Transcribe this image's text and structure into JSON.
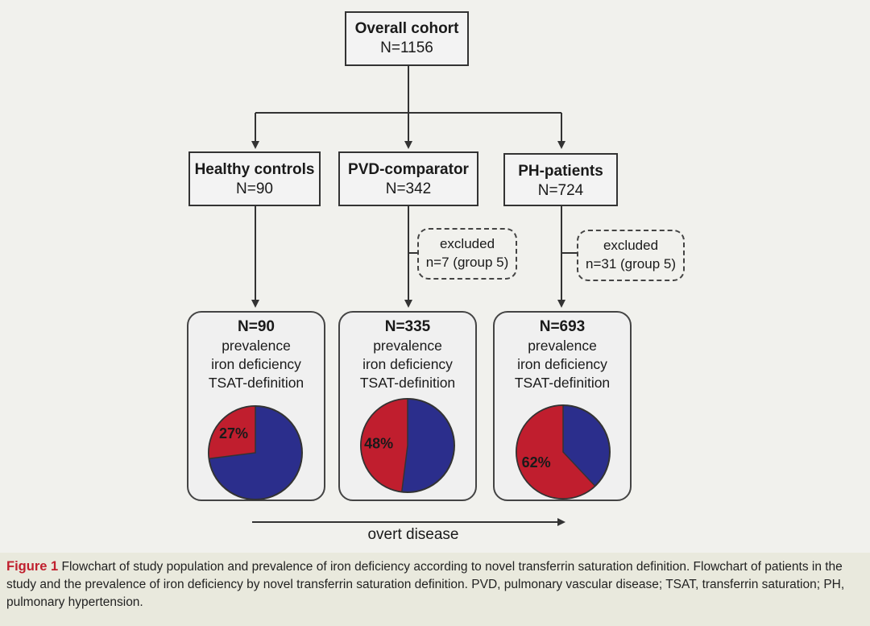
{
  "cohort": {
    "title": "Overall cohort",
    "n": "N=1156"
  },
  "groups": [
    {
      "title": "Healthy controls",
      "n": "N=90"
    },
    {
      "title": "PVD-comparator",
      "n": "N=342"
    },
    {
      "title": "PH-patients",
      "n": "N=724"
    }
  ],
  "exclusions": [
    {
      "line1": "excluded",
      "line2": "n=7 (group 5)"
    },
    {
      "line1": "excluded",
      "line2": "n=31 (group 5)"
    }
  ],
  "results": [
    {
      "n": "N=90",
      "l1": "prevalence",
      "l2": "iron deficiency",
      "l3": "TSAT-definition",
      "pct_label": "27%",
      "fraction": 0.27
    },
    {
      "n": "N=335",
      "l1": "prevalence",
      "l2": "iron deficiency",
      "l3": "TSAT-definition",
      "pct_label": "48%",
      "fraction": 0.48
    },
    {
      "n": "N=693",
      "l1": "prevalence",
      "l2": "iron deficiency",
      "l3": "TSAT-definition",
      "pct_label": "62%",
      "fraction": 0.62
    }
  ],
  "axis_label": "overt disease",
  "colors": {
    "iron_deficient": "#c01e2e",
    "other": "#2b2e8c",
    "outline": "#333333"
  },
  "caption": {
    "label": "Figure 1",
    "text": " Flowchart of study population and prevalence of iron deficiency according to novel transferrin saturation definition. Flowchart of patients in the study and the prevalence of iron deficiency by novel transferrin saturation definition. PVD, pulmonary vascular disease; TSAT, transferrin saturation; PH, pulmonary hypertension."
  }
}
